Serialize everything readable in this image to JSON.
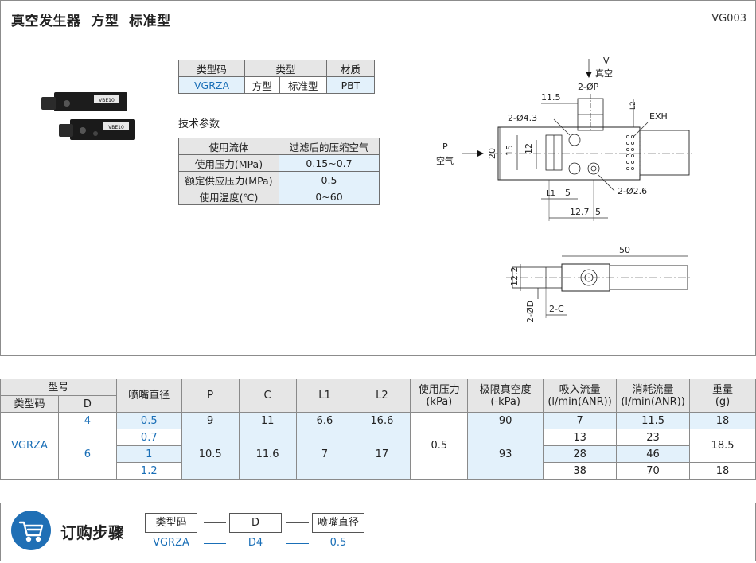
{
  "header": {
    "title": "真空发生器  方型  标准型",
    "code": "VG003"
  },
  "photo": {
    "label1": "VBE10",
    "label2": "VBE10"
  },
  "type_table": {
    "headers": [
      "类型码",
      "类型",
      "材质"
    ],
    "row": [
      "VGRZA",
      "方型",
      "标准型",
      "PBT"
    ]
  },
  "tech": {
    "title": "技术参数",
    "rows": [
      [
        "使用流体",
        "过滤后的压缩空气"
      ],
      [
        "使用压力(MPa)",
        "0.15~0.7"
      ],
      [
        "额定供应压力(MPa)",
        "0.5"
      ],
      [
        "使用温度(℃)",
        "0~60"
      ]
    ]
  },
  "drawing": {
    "v": "V",
    "vacuum": "真空",
    "p2": "2-ØP",
    "d115": "11.5",
    "l2": "L2",
    "d43": "2-Ø4.3",
    "exh": "EXH",
    "p": "P",
    "air": "空气",
    "d20": "20",
    "d15": "15",
    "d12": "12",
    "l1": "L1",
    "d5a": "5",
    "d26": "2-Ø2.6",
    "d127": "12.7",
    "d5b": "5",
    "d50": "50",
    "d122": "12.2",
    "dd": "2-ØD",
    "dc": "2-C"
  },
  "main_table": {
    "group": "型号",
    "sub": [
      "类型码",
      "D"
    ],
    "headers": [
      "喷嘴直径",
      "P",
      "C",
      "L1",
      "L2",
      "使用压力\n(kPa)",
      "极限真空度\n(-kPa)",
      "吸入流量\n(l/min(ANR))",
      "消耗流量\n(l/min(ANR))",
      "重量\n(g)"
    ],
    "model": "VGRZA",
    "d4": "4",
    "d6": "6",
    "r1": [
      "0.5",
      "9",
      "11",
      "6.6",
      "16.6",
      "0.5",
      "90",
      "7",
      "11.5",
      "18"
    ],
    "nozzles": [
      "0.7",
      "1",
      "1.2"
    ],
    "p6": "10.5",
    "c6": "11.6",
    "l16": "7",
    "l26": "17",
    "v6": "93",
    "suction": [
      "13",
      "28",
      "38"
    ],
    "consumption": [
      "23",
      "46",
      "70"
    ],
    "weights": [
      "18.5",
      "18"
    ]
  },
  "order": {
    "title": "订购步骤",
    "boxes": [
      "类型码",
      "D",
      "喷嘴直径"
    ],
    "values": [
      "VGRZA",
      "D4",
      "0.5"
    ]
  }
}
